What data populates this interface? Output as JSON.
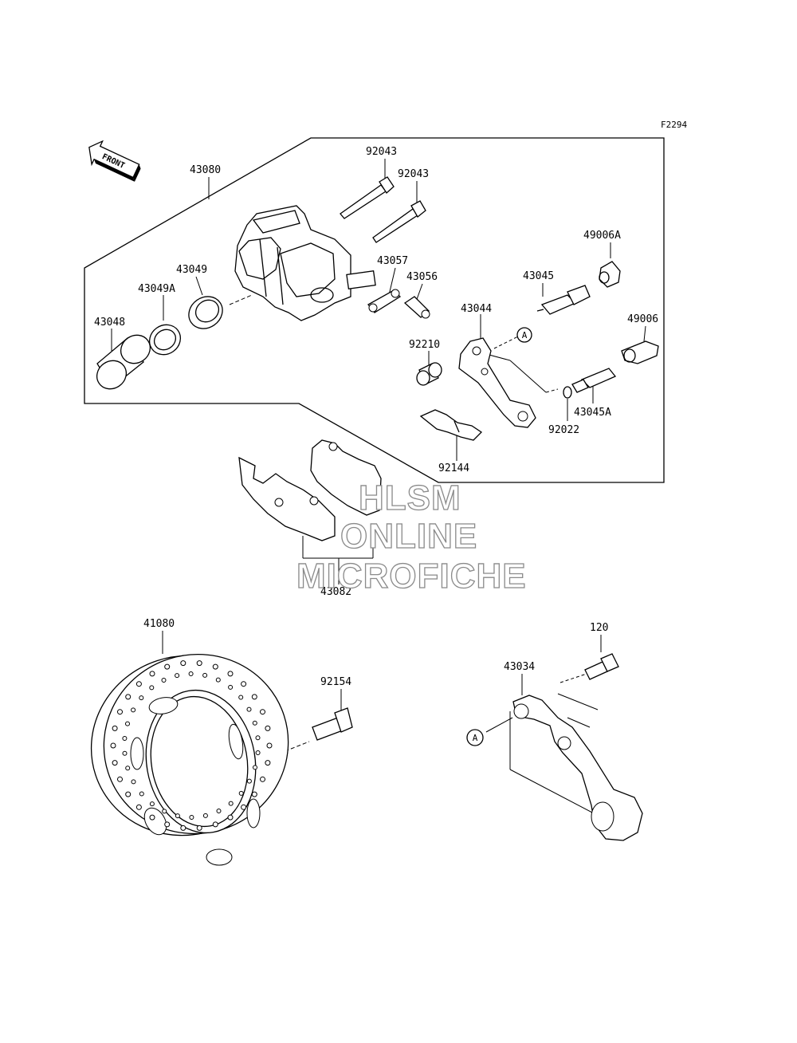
{
  "figure_code": "F2294",
  "front_label": "FRONT",
  "ref_marker": "A",
  "parts": {
    "p43080": "43080",
    "p92043a": "92043",
    "p92043b": "92043",
    "p49006A": "49006A",
    "p43057": "43057",
    "p43056": "43056",
    "p43049": "43049",
    "p43049A": "43049A",
    "p43048": "43048",
    "p43045": "43045",
    "p43044": "43044",
    "p49006": "49006",
    "p92210": "92210",
    "p43045A": "43045A",
    "p92022": "92022",
    "p92144": "92144",
    "p43082": "43082",
    "p41080": "41080",
    "p92154": "92154",
    "p120": "120",
    "p43034": "43034"
  },
  "watermark": {
    "line1": "HLSM",
    "line2": "ONLINE",
    "line3": "MICROFICHE"
  }
}
